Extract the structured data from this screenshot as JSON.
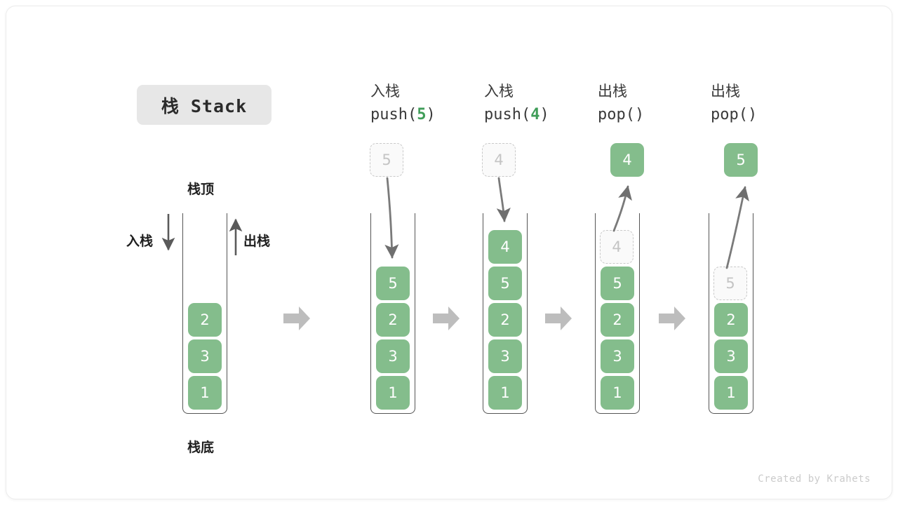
{
  "title_badge": "栈 Stack",
  "colors": {
    "cell_green": "#84bd8c",
    "accent_green": "#3f9d58",
    "ghost_gray": "#c4c4c4",
    "arrow_gray": "#b8b8b8",
    "wall_gray": "#555555",
    "badge_bg": "#e7e7e7"
  },
  "annotations": {
    "top_label": "栈顶",
    "bottom_label": "栈底",
    "push_label": "入栈",
    "pop_label": "出栈"
  },
  "columns": [
    {
      "id": "initial",
      "header_cn": "",
      "header_code": "",
      "header_code_arg": "",
      "cells": [
        "2",
        "3",
        "1"
      ],
      "floating": null
    },
    {
      "id": "push-5",
      "header_cn": "入栈",
      "header_code_prefix": "push(",
      "header_code_arg": "5",
      "header_code_suffix": ")",
      "cells": [
        "5",
        "2",
        "3",
        "1"
      ],
      "floating": {
        "value": "5",
        "style": "ghost",
        "position": "above"
      }
    },
    {
      "id": "push-4",
      "header_cn": "入栈",
      "header_code_prefix": "push(",
      "header_code_arg": "4",
      "header_code_suffix": ")",
      "cells": [
        "4",
        "5",
        "2",
        "3",
        "1"
      ],
      "floating": {
        "value": "4",
        "style": "ghost",
        "position": "above"
      }
    },
    {
      "id": "pop-1",
      "header_cn": "出栈",
      "header_code_prefix": "pop(",
      "header_code_arg": "",
      "header_code_suffix": ")",
      "cells": [
        "4",
        "5",
        "2",
        "3",
        "1"
      ],
      "ghost_index": 0,
      "floating": {
        "value": "4",
        "style": "solid",
        "position": "above"
      }
    },
    {
      "id": "pop-2",
      "header_cn": "出栈",
      "header_code_prefix": "pop(",
      "header_code_arg": "",
      "header_code_suffix": ")",
      "cells": [
        "5",
        "2",
        "3",
        "1"
      ],
      "ghost_index": 0,
      "floating": {
        "value": "5",
        "style": "solid",
        "position": "above"
      }
    }
  ],
  "footer": "Created by Krahets"
}
